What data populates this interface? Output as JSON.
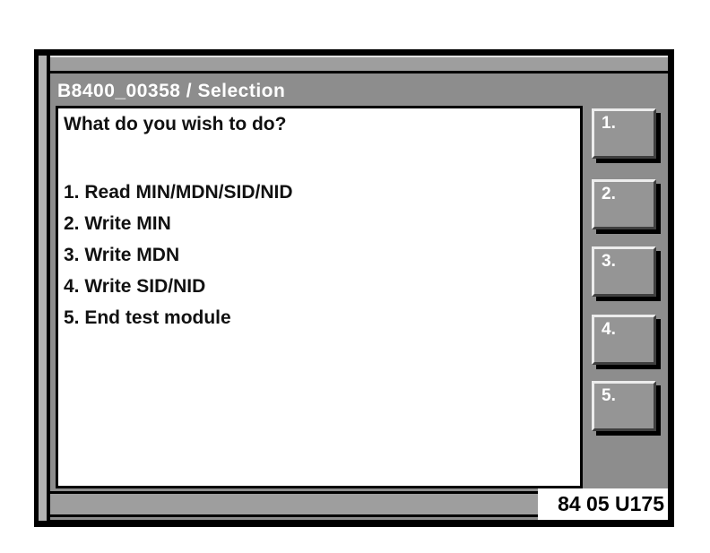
{
  "window": {
    "title": "B8400_00358 / Selection",
    "footer_code": "84 05 U175"
  },
  "content": {
    "question": "What do you wish to do?",
    "menu_items": [
      "1. Read MIN/MDN/SID/NID",
      "2. Write MIN",
      "3. Write MDN",
      "4. Write SID/NID",
      "5. End test module"
    ]
  },
  "function_keys": [
    {
      "label": "1."
    },
    {
      "label": "2."
    },
    {
      "label": "3."
    },
    {
      "label": "4."
    },
    {
      "label": "5."
    }
  ],
  "colors": {
    "panel_gray": "#8d8d8d",
    "bar_gray": "#9e9e9e",
    "button_gray": "#959595",
    "frame_black": "#000000",
    "title_text": "#ffffff",
    "content_text": "#111111"
  }
}
